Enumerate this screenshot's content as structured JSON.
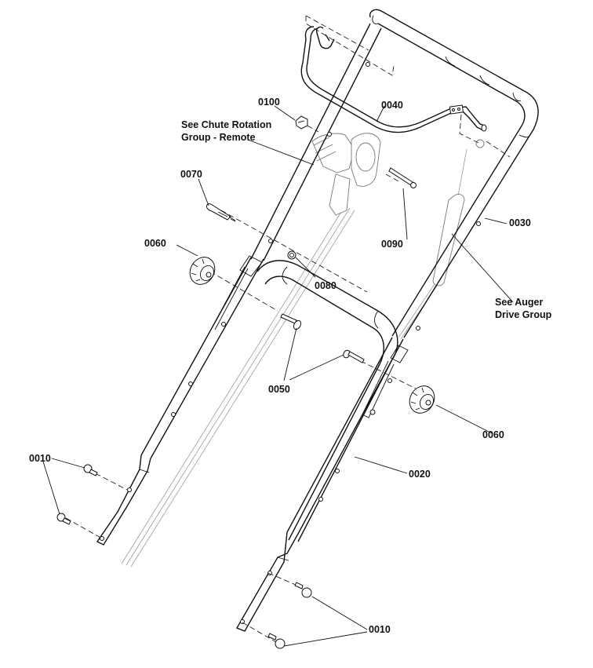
{
  "diagram": {
    "title": "Handle Assembly - Exploded Parts View",
    "labels": {
      "p0010_left": "0010",
      "p0010_right": "0010",
      "p0020": "0020",
      "p0030": "0030",
      "p0040": "0040",
      "p0050": "0050",
      "p0060_left": "0060",
      "p0060_right": "0060",
      "p0070": "0070",
      "p0080": "0080",
      "p0090": "0090",
      "p0100": "0100",
      "chute_ref_line1": "See Chute Rotation",
      "chute_ref_line2": "Group - Remote",
      "auger_ref_line1": "See Auger",
      "auger_ref_line2": "Drive Group"
    },
    "parts": [
      {
        "id": "0010",
        "name": "hex-flange-bolt",
        "qty_shown": 4
      },
      {
        "id": "0020",
        "name": "lower-handle"
      },
      {
        "id": "0030",
        "name": "upper-handle"
      },
      {
        "id": "0040",
        "name": "chute-control-rod"
      },
      {
        "id": "0050",
        "name": "carriage-bolt",
        "qty_shown": 2
      },
      {
        "id": "0060",
        "name": "handle-knob",
        "qty_shown": 2
      },
      {
        "id": "0070",
        "name": "cable-tie"
      },
      {
        "id": "0080",
        "name": "lock-nut"
      },
      {
        "id": "0090",
        "name": "bolt"
      },
      {
        "id": "0100",
        "name": "rod-clip"
      }
    ],
    "references": [
      {
        "text": "See Chute Rotation Group - Remote"
      },
      {
        "text": "See Auger Drive Group"
      }
    ]
  }
}
